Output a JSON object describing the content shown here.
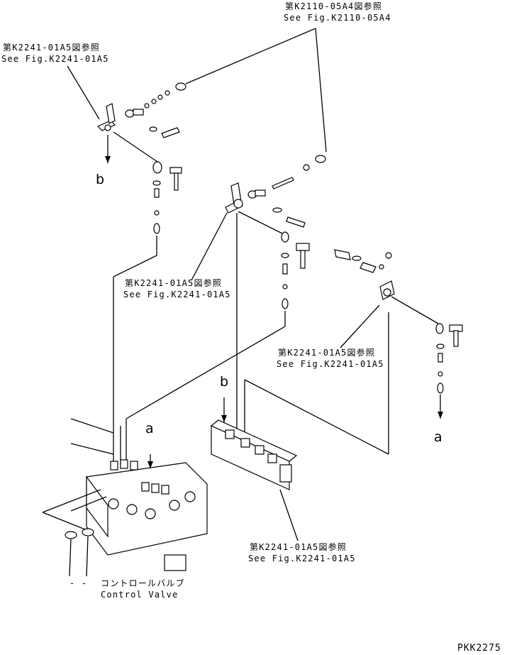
{
  "references": [
    {
      "id": "ref-top-right",
      "jp": "第K2110-05A4図参照",
      "en": "See Fig.K2110-05A4"
    },
    {
      "id": "ref-top-left",
      "jp": "第K2241-01A5図参照",
      "en": "See Fig.K2241-01A5"
    },
    {
      "id": "ref-middle",
      "jp": "第K2241-01A5図参照",
      "en": "See Fig.K2241-01A5"
    },
    {
      "id": "ref-right",
      "jp": "第K2241-01A5図参照",
      "en": "See Fig.K2241-01A5"
    },
    {
      "id": "ref-bottom",
      "jp": "第K2241-01A5図参照",
      "en": "See Fig.K2241-01A5"
    }
  ],
  "part": {
    "jp": "コントロールバルブ",
    "en": "Control Valve",
    "dash": "- -"
  },
  "markers": {
    "a": "a",
    "b": "b"
  },
  "drawing_code": "PKK2275"
}
